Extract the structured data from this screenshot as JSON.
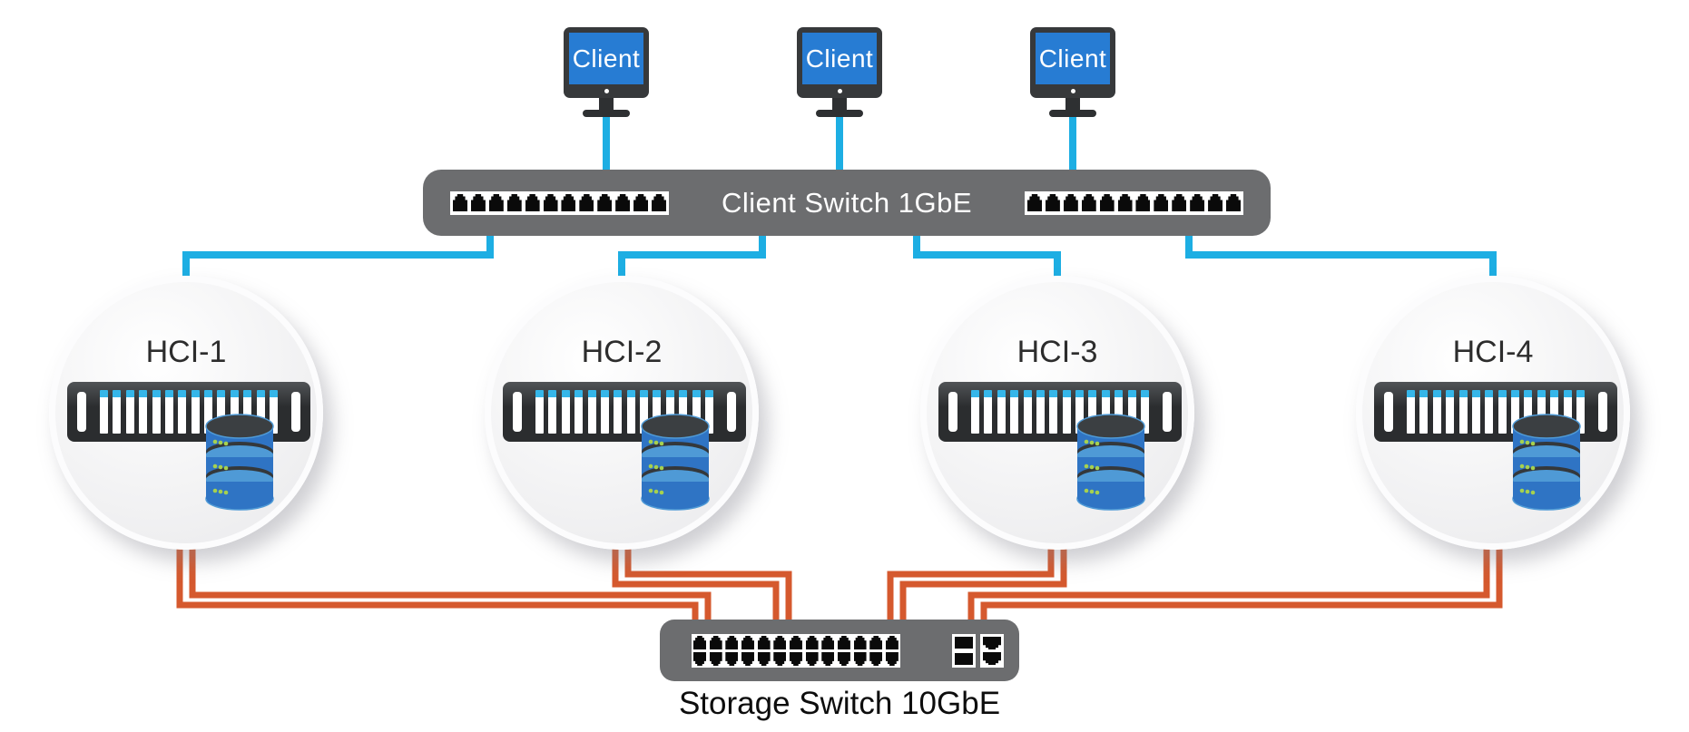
{
  "clients": {
    "label": "Client",
    "count": 3
  },
  "client_switch": {
    "label": "Client Switch 1GbE",
    "ports_per_strip": 12,
    "strip_count": 2
  },
  "storage_switch": {
    "label": "Storage Switch 10GbE",
    "ports_per_row": 13,
    "port_rows": 2,
    "uplink_slots": 2,
    "uplink_jacks": 2
  },
  "hci_nodes": [
    {
      "label": "HCI-1"
    },
    {
      "label": "HCI-2"
    },
    {
      "label": "HCI-3"
    },
    {
      "label": "HCI-4"
    }
  ],
  "server": {
    "slat_count": 14
  },
  "database": {
    "drum_count": 3,
    "dots_per_drum": 3
  },
  "topology": {
    "client_links": [
      {
        "from": "Client",
        "to": "Client Switch 1GbE"
      },
      {
        "from": "Client",
        "to": "Client Switch 1GbE"
      },
      {
        "from": "Client",
        "to": "Client Switch 1GbE"
      },
      {
        "from": "Client Switch 1GbE",
        "to": "HCI-1"
      },
      {
        "from": "Client Switch 1GbE",
        "to": "HCI-2"
      },
      {
        "from": "Client Switch 1GbE",
        "to": "HCI-3"
      },
      {
        "from": "Client Switch 1GbE",
        "to": "HCI-4"
      }
    ],
    "storage_links": [
      {
        "from": "HCI-1",
        "to": "Storage Switch 10GbE",
        "cables": 2
      },
      {
        "from": "HCI-2",
        "to": "Storage Switch 10GbE",
        "cables": 2
      },
      {
        "from": "HCI-3",
        "to": "Storage Switch 10GbE",
        "cables": 2
      },
      {
        "from": "HCI-4",
        "to": "Storage Switch 10GbE",
        "cables": 2
      }
    ]
  },
  "colors": {
    "cyan": "#1daee3",
    "orange": "#d5592e",
    "switch_gray": "#6c6d6f",
    "screen_blue": "#277cd3",
    "monitor_frame": "#37393b",
    "slat_cap": "#35b6e9",
    "db_blue": "#2f74c4",
    "db_rim": "#4f9ad6",
    "dot_green": "#a6d14f"
  }
}
